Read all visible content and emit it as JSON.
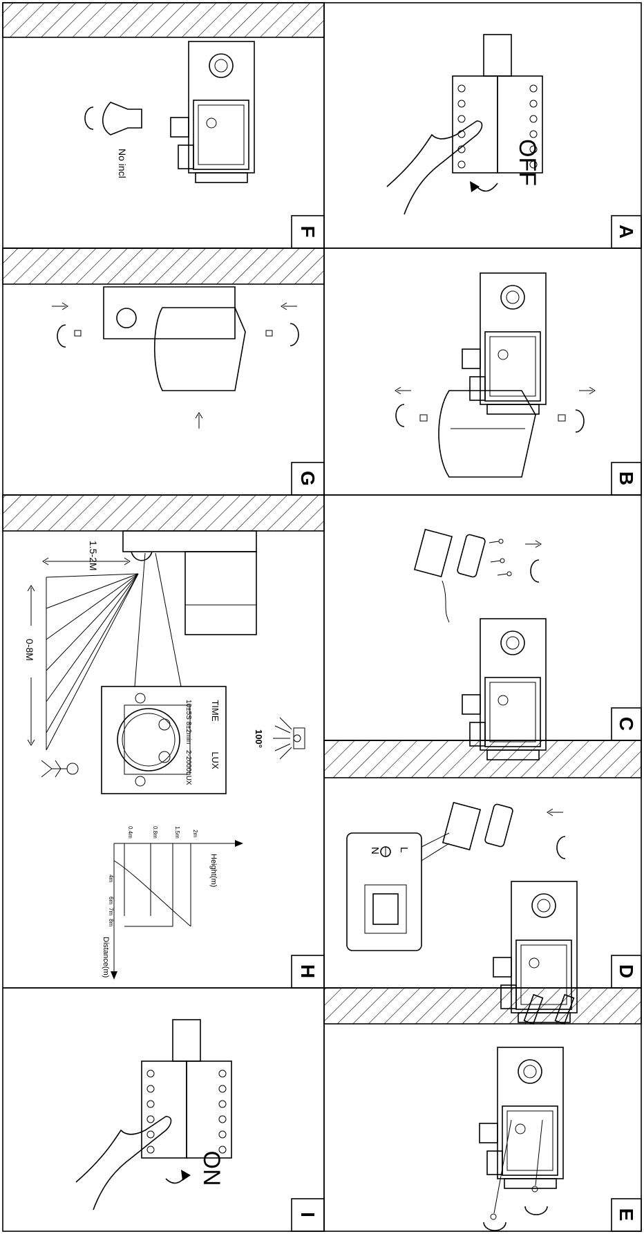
{
  "panels": {
    "a": {
      "letter": "A",
      "text": "OFF"
    },
    "b": {
      "letter": "B"
    },
    "c": {
      "letter": "C"
    },
    "d": {
      "letter": "D",
      "wiring": [
        "L",
        "N"
      ]
    },
    "e": {
      "letter": "E"
    },
    "f": {
      "letter": "F",
      "text": "No incl"
    },
    "g": {
      "letter": "G"
    },
    "h": {
      "letter": "H",
      "mount_height": "1.5-2M",
      "range": "0-8M",
      "angle": "100°",
      "time_label": "TIME",
      "time_range": "10±5S  8±2min",
      "lux_label": "LUX",
      "lux_range": "2-2000LUX",
      "height_axis": "Height(m)",
      "distance_axis": "Distance(m)",
      "height_ticks": [
        "0.4m",
        "0.8m",
        "1.5m",
        "2m"
      ],
      "distance_ticks": [
        "4m",
        "6m",
        "7m",
        "8m"
      ]
    },
    "i": {
      "letter": "I",
      "text": "ON"
    }
  }
}
